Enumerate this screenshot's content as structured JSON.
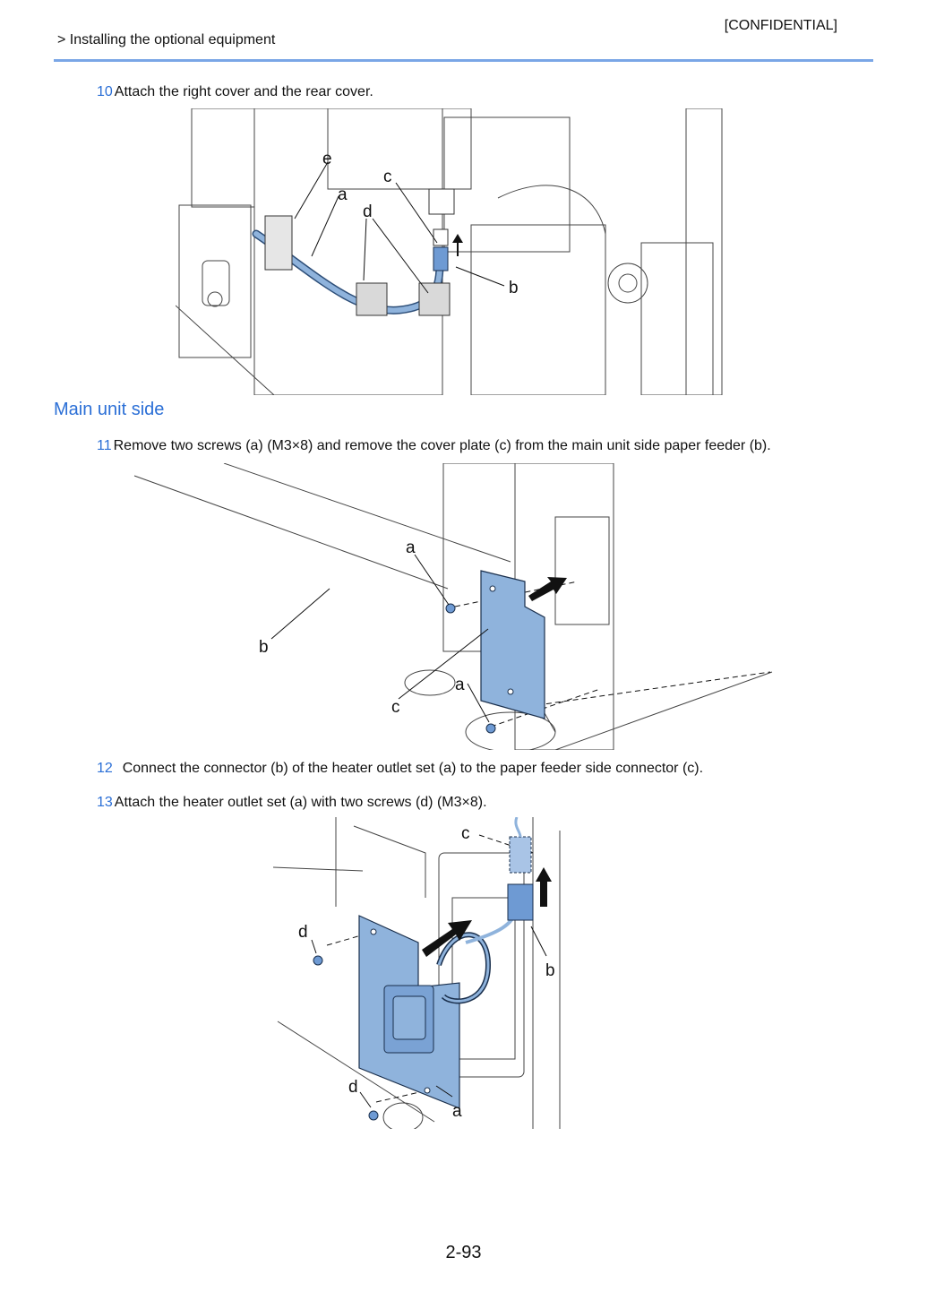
{
  "header": {
    "confidential": "[CONFIDENTIAL]",
    "breadcrumb": "> Installing the optional equipment"
  },
  "steps": [
    {
      "number": "10",
      "text": "Attach the right cover and the rear cover."
    },
    {
      "number": "11",
      "text": "Remove two screws (a) (M3×8) and remove the cover plate (c) from the  main unit side paper feeder (b)."
    },
    {
      "number": "12",
      "text": "Connect the connector (b) of the heater outlet set (a) to the paper feeder side connector (c)."
    },
    {
      "number": "13",
      "text": "Attach the heater outlet set (a) with two screws (d) (M3×8)."
    }
  ],
  "section": {
    "title": "Main unit side"
  },
  "figures": {
    "fig1": {
      "labels": {
        "e": "e",
        "a": "a",
        "c": "c",
        "d": "d",
        "b": "b"
      }
    },
    "fig2": {
      "labels": {
        "a1": "a",
        "b": "b",
        "a2": "a",
        "c": "c"
      }
    },
    "fig3": {
      "labels": {
        "c": "c",
        "d1": "d",
        "b": "b",
        "d2": "d",
        "a": "a"
      }
    }
  },
  "colors": {
    "accent": "#2b6fd6",
    "rule": "#7aa6e6",
    "part_fill": "#8fb3dc"
  },
  "page": {
    "number": "2-93"
  }
}
